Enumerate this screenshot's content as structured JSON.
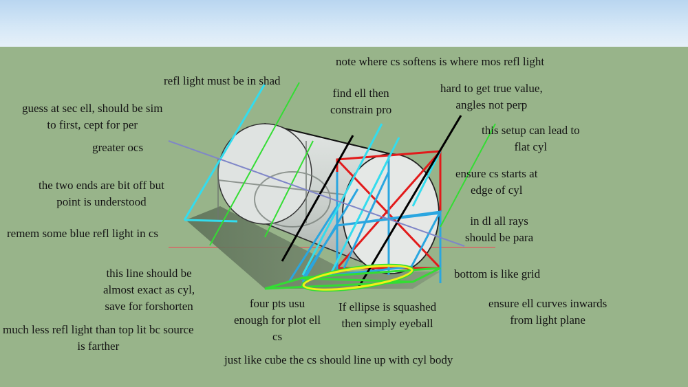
{
  "colors": {
    "sky": "#d6e8f7",
    "ground": "#98b48a",
    "cyan_line": "#33dcee",
    "blue_line": "#2aa6e0",
    "red_line": "#e21a1a",
    "green_line": "#33dd33",
    "yellow_line": "#f0f018",
    "black_line": "#000000"
  },
  "annotations": {
    "a01": "note where cs softens is where mos refl light",
    "a02": "refl light must be in shad",
    "a03": "find ell then\nconstrain pro",
    "a04": "hard to get true value,\nangles not perp",
    "a05": "guess at sec ell, should be sim\nto first, cept for per",
    "a06": "this setup can lead to\nflat cyl",
    "a07": "greater ocs",
    "a08": "ensure cs starts at\nedge of cyl",
    "a09": "the two ends are bit off but\npoint is understood",
    "a10": "in dl all rays\nshould be para",
    "a11": "remem some blue refl light in cs",
    "a12": "this line should be\nalmost exact as cyl,\nsave for forshorten",
    "a13": "bottom is like grid",
    "a14": "four pts usu\nenough for plot ell\ncs",
    "a15": "If ellipse is squashed\nthen simply eyeball",
    "a16": "ensure ell curves inwards\nfrom light plane",
    "a17": "much less refl light than top lit bc source\nis farther",
    "a18": "just like cube the cs should line up with cyl body"
  }
}
